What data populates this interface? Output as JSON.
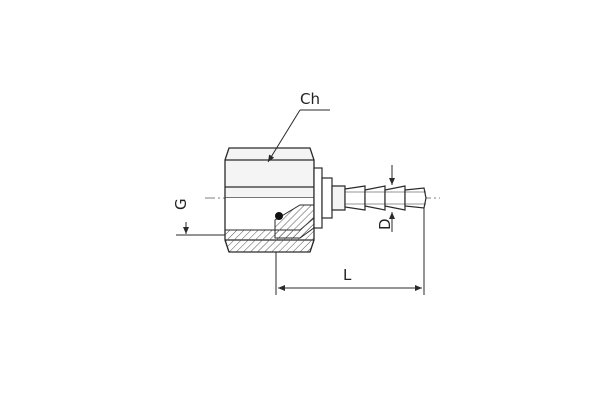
{
  "labels": {
    "hex_size": "Ch",
    "thread": "G",
    "length": "L",
    "barb_diameter": "D"
  },
  "colors": {
    "line": "#2a2a2a",
    "hatch": "#555555",
    "body_fill": "#ffffff",
    "shade": "#e6e6e6"
  }
}
